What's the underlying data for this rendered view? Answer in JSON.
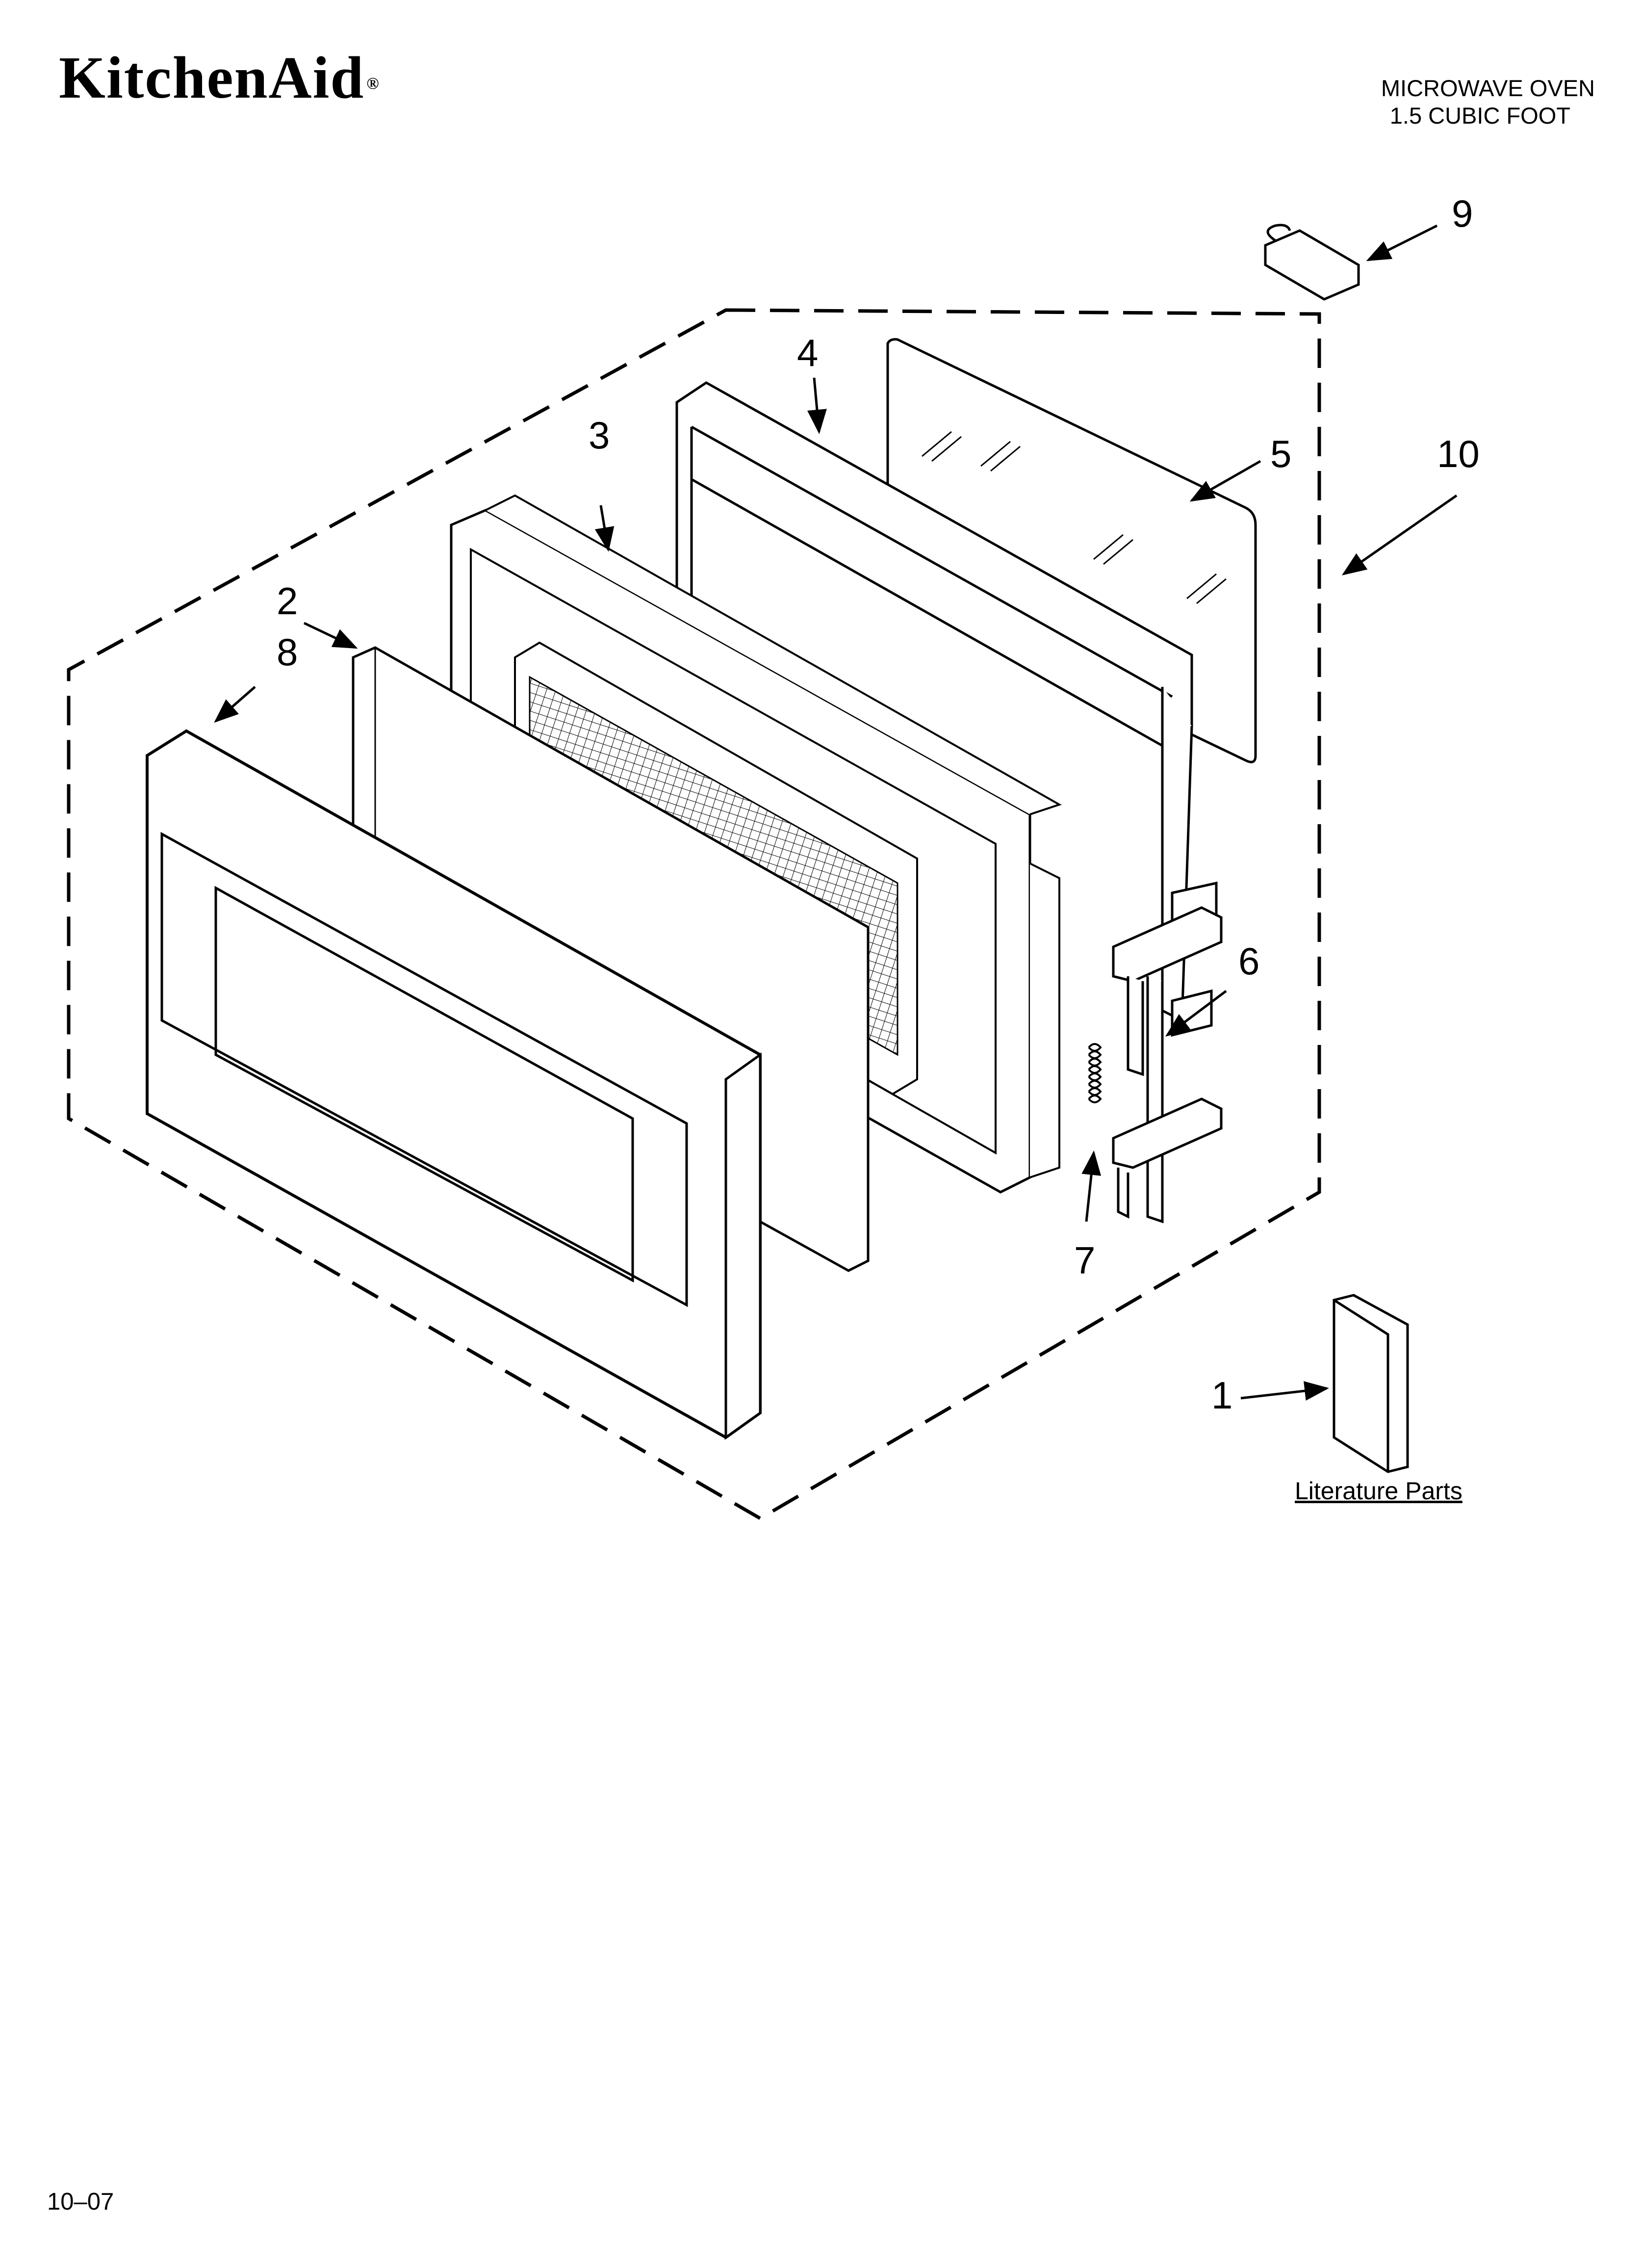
{
  "header": {
    "brand": "KitchenAid",
    "brand_mark": "®",
    "model_line1": "MICROWAVE OVEN",
    "model_line2": "1.5 CUBIC FOOT"
  },
  "callouts": [
    "1",
    "2",
    "3",
    "4",
    "5",
    "6",
    "7",
    "8",
    "9",
    "10"
  ],
  "literature_caption": "Literature Parts",
  "footer": {
    "date_code": "10–07"
  }
}
